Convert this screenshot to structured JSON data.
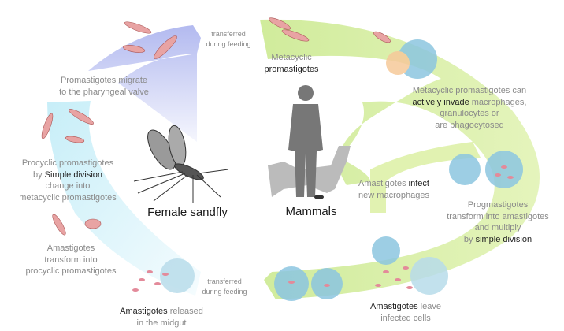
{
  "colors": {
    "vector_band": "#b9bff0",
    "midgut_band": "#d6f1fa",
    "mammal_band": "#d9ef9e",
    "parasite": "#e8a3a3",
    "cell": "#8cc6e0"
  },
  "hosts": {
    "sandfly": "Female sandfly",
    "mammals": "Mammals"
  },
  "labels": {
    "transfer_top": [
      "transferred",
      "during feeding"
    ],
    "migrate": [
      "Promastigotes migrate",
      "to the pharyngeal valve"
    ],
    "procyclic": {
      "l1": "Procyclic promastigotes",
      "l2a": "by ",
      "l2b": "Simple division",
      "l3": "change into",
      "l4": "metacyclic promastigotes"
    },
    "amastigotes_transform": [
      "Amastigotes",
      "transform into",
      "procyclic promastigotes"
    ],
    "transfer_bottom": [
      "transferred",
      "during feeding"
    ],
    "released": {
      "a": "Amastigotes",
      "b": " released",
      "l2": "in the midgut"
    },
    "metacyclic": {
      "l1": "Metacyclic",
      "l2": "promastigotes"
    },
    "invade": {
      "l1": "Metacyclic promastigotes can",
      "l2a": "actively invade",
      "l2b": " macrophages,",
      "l3": "granulocytes or",
      "l4": "are phagocytosed"
    },
    "infect": {
      "a": "Amastigotes ",
      "b": "infect",
      "l2": "new macrophages"
    },
    "progm": {
      "l1": "Progmastigotes",
      "l2": "transform into amastigotes",
      "l3": "and multiply",
      "l4a": "by ",
      "l4b": "simple division"
    },
    "leave": {
      "a": "Amastigotes",
      "b": " leave",
      "l2": "infected cells"
    }
  }
}
